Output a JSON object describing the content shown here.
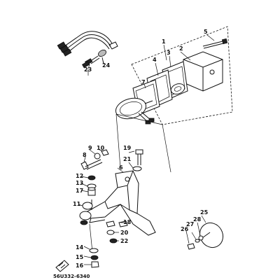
{
  "diagram": {
    "callouts": [
      "1",
      "2",
      "3",
      "4",
      "5",
      "6",
      "7",
      "8",
      "9",
      "10",
      "11",
      "12",
      "13",
      "14",
      "15",
      "16",
      "17",
      "18",
      "19",
      "20",
      "21",
      "22",
      "23",
      "24",
      "25",
      "26",
      "27",
      "28"
    ],
    "drawing_code": "56U332-6340"
  }
}
